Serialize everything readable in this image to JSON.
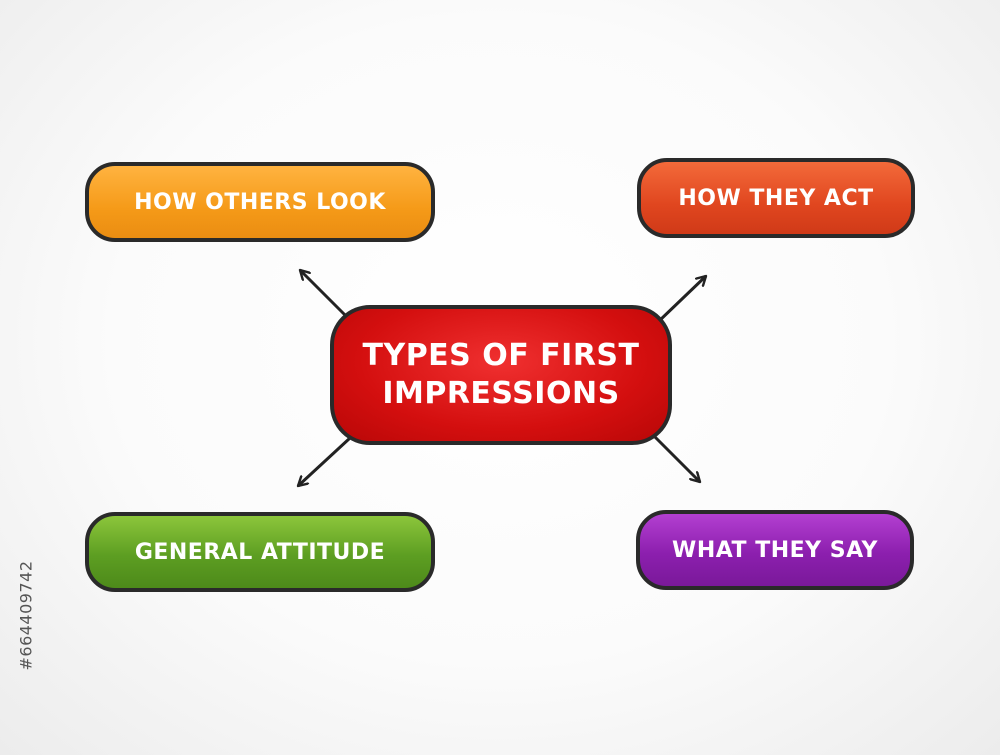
{
  "diagram": {
    "center": "TYPES OF FIRST IMPRESSIONS",
    "branches": [
      {
        "label": "HOW OTHERS LOOK",
        "color": "#f59a18"
      },
      {
        "label": "HOW THEY ACT",
        "color": "#e0461f"
      },
      {
        "label": "GENERAL ATTITUDE",
        "color": "#5d9e22"
      },
      {
        "label": "WHAT THEY SAY",
        "color": "#8c1fae"
      }
    ],
    "center_color": "#d40f0f"
  },
  "watermark": {
    "id_text": "#664409742"
  }
}
